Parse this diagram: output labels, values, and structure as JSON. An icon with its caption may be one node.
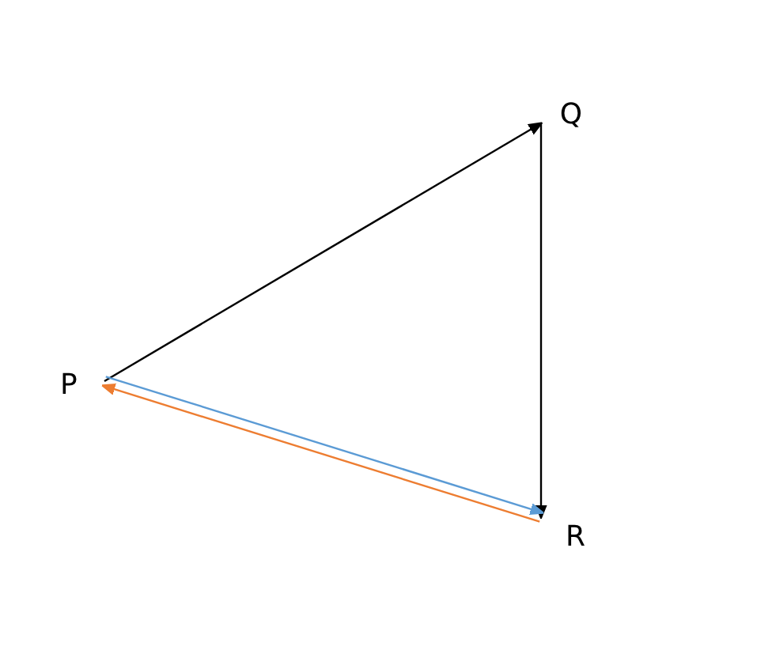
{
  "diagram": {
    "nodes": [
      {
        "text": [
          "P"
        ]
      },
      {
        "text": [
          "Q"
        ]
      },
      {
        "text": [
          "R"
        ]
      }
    ],
    "edges": [
      {
        "from": 0,
        "to": 1,
        "arrow": "to"
      },
      {
        "from": 1,
        "to": 2,
        "arrow": "to"
      },
      {
        "from": 0,
        "to": 2,
        "arrow": "to",
        "color": "#5b9bd5"
      },
      {
        "from": 2,
        "to": 0,
        "arrow": "to",
        "color": "#ed7d31"
      }
    ]
  }
}
